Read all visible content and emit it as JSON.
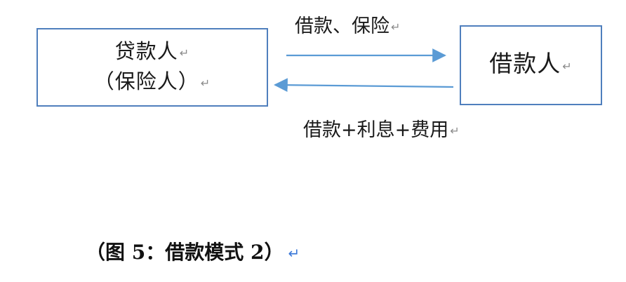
{
  "nodes": {
    "lender": {
      "line1": "贷款人",
      "line2": "（保险人）"
    },
    "borrower": {
      "label": "借款人"
    }
  },
  "edges": {
    "forward": {
      "label": "借款、保险"
    },
    "backward": {
      "label": "借款+利息+费用"
    }
  },
  "caption": {
    "text": "（图 5：借款模式 2）"
  },
  "paragraph_mark": "↵",
  "colors": {
    "box_border": "#4f7fbd",
    "arrow": "#5b9bd5",
    "caption_mark": "#3b78d8"
  }
}
